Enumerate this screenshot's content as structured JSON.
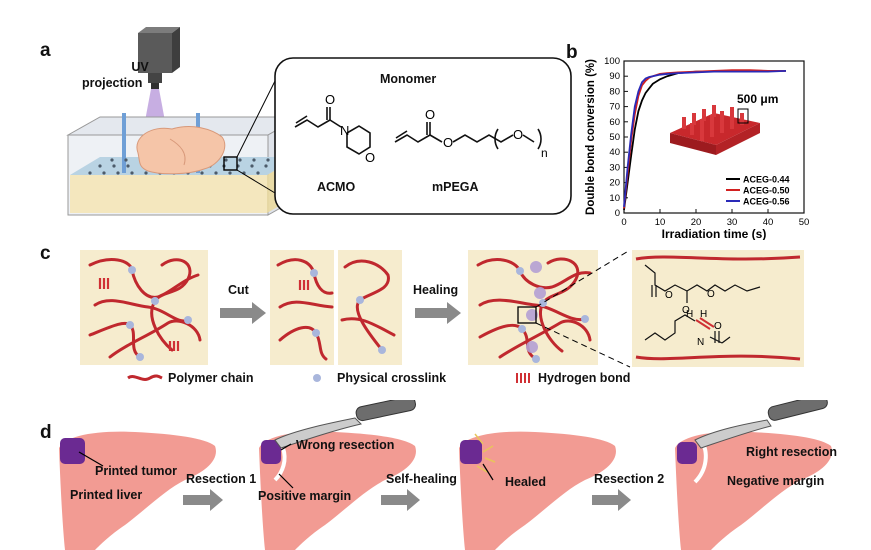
{
  "panels": {
    "a": "a",
    "b": "b",
    "c": "c",
    "d": "d"
  },
  "panel_a": {
    "uv_label_1": "UV",
    "uv_label_2": "projection",
    "monomer_title": "Monomer",
    "acmo": "ACMO",
    "mpega": "mPEGA",
    "chem_O": "O",
    "chem_N": "N",
    "chem_n": "n"
  },
  "panel_b": {
    "inset_label": "500 μm"
  },
  "chart_data": {
    "type": "line",
    "xlabel": "Irradiation time (s)",
    "ylabel": "Double bond conversion (%)",
    "xlim": [
      0,
      50
    ],
    "ylim": [
      0,
      100
    ],
    "xticks": [
      0,
      10,
      20,
      30,
      40,
      50
    ],
    "yticks": [
      0,
      10,
      20,
      30,
      40,
      50,
      60,
      70,
      80,
      90,
      100
    ],
    "legend_position": "bottom-right",
    "series": [
      {
        "name": "ACEG-0.44",
        "color": "#000000",
        "x": [
          0,
          1,
          2,
          3,
          4,
          5,
          6,
          7,
          8,
          10,
          12,
          15,
          20,
          25,
          30,
          35,
          40,
          45
        ],
        "y": [
          2,
          20,
          38,
          55,
          67,
          74,
          79,
          82,
          85,
          88,
          90,
          92,
          93,
          93,
          93.5,
          93.5,
          93.5,
          93.5
        ]
      },
      {
        "name": "ACEG-0.50",
        "color": "#d22020",
        "x": [
          0,
          1,
          2,
          3,
          4,
          5,
          6,
          7,
          8,
          10,
          12,
          15,
          20,
          25,
          30,
          35,
          40,
          45
        ],
        "y": [
          3,
          26,
          48,
          65,
          77,
          84,
          87,
          89,
          90,
          91.5,
          92,
          92.5,
          93,
          93.5,
          94,
          94,
          93.5,
          93.5
        ]
      },
      {
        "name": "ACEG-0.56",
        "color": "#2a2ab8",
        "x": [
          0,
          1,
          2,
          3,
          4,
          5,
          6,
          7,
          8,
          10,
          12,
          15,
          20,
          25,
          30,
          35,
          40,
          45
        ],
        "y": [
          4,
          30,
          52,
          70,
          80,
          86,
          88.5,
          89.5,
          90,
          91,
          91.5,
          92,
          92.5,
          93,
          93,
          93,
          93,
          93.5
        ]
      }
    ]
  },
  "panel_c": {
    "cut": "Cut",
    "healing": "Healing",
    "legend_polymer": "Polymer chain",
    "legend_crosslink": "Physical crosslink",
    "legend_hbond": "Hydrogen bond",
    "chem_O": "O",
    "chem_N": "N",
    "chem_H": "H"
  },
  "panel_d": {
    "printed_tumor": "Printed tumor",
    "printed_liver": "Printed liver",
    "resection1": "Resection 1",
    "wrong_resection": "Wrong resection",
    "positive_margin": "Positive margin",
    "self_healing": "Self-healing",
    "healed": "Healed",
    "resection2": "Resection 2",
    "right_resection": "Right resection",
    "negative_margin": "Negative margin"
  }
}
